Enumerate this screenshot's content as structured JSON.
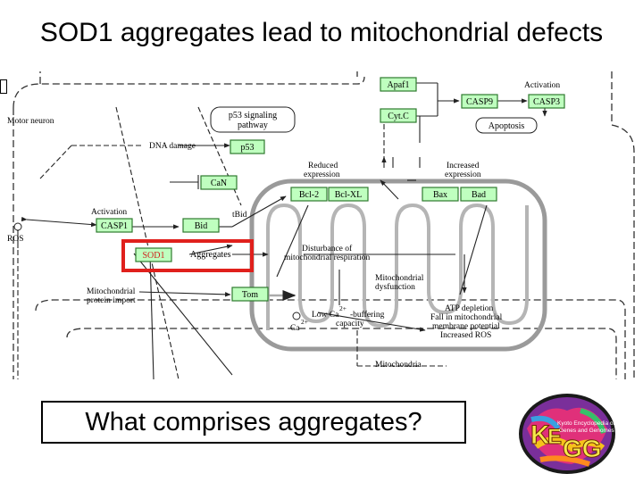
{
  "slide": {
    "title": "SOD1 aggregates lead to mitochondrial defects",
    "question": "What comprises aggregates?"
  },
  "diagram": {
    "genes": {
      "apaf1": "Apaf1",
      "cytc": "Cyt.C",
      "casp9": "CASP9",
      "casp3": "CASP3",
      "p53": "p53",
      "can": "CaN",
      "bcl2": "Bcl-2",
      "bclxl": "Bcl-XL",
      "bax": "Bax",
      "bad": "Bad",
      "casp1": "CASP1",
      "bid": "Bid",
      "sod1": "SOD1",
      "tom": "Tom"
    },
    "labels": {
      "activation_top": "Activation",
      "apoptosis": "Apoptosis",
      "p53_pathway_line1": "p53 signaling",
      "p53_pathway_line2": "pathway",
      "motor_neuron": "Motor neuron",
      "dna_damage": "DNA damage",
      "reduced_expr_line1": "Reduced",
      "reduced_expr_line2": "expression",
      "increased_expr_line1": "Increased",
      "increased_expr_line2": "expression",
      "activation_left": "Activation",
      "tbid": "tBid",
      "ros": "ROS",
      "aggregates": "Aggregates",
      "disturbance_line1": "Disturbance of",
      "disturbance_line2": "mitochondrial respiration",
      "mito_dysfunction_line1": "Mitochondrial",
      "mito_dysfunction_line2": "dysfunction",
      "mito_import_line1": "Mitochondrial",
      "mito_import_line2": "protein import",
      "low_ca": "Low Ca",
      "ca_sup": "2+",
      "buffering_line1": "-buffering",
      "buffering_line2": "capacity",
      "ca": "Ca",
      "atp_line1": "ATP depletion",
      "atp_line2": "Fall in mitochondrial",
      "atp_line3": "membrane potential",
      "atp_line4": "Increased ROS",
      "mitochondria": "Mitochondria"
    },
    "colors": {
      "gene_fill": "#bfffbf",
      "gene_stroke": "#2f7a2f",
      "highlight": "#e0201c",
      "mito_stroke": "#9a9a9a",
      "sod1_text": "#d0201c"
    }
  },
  "logo": {
    "line1": "Kyoto Encyclopedia of",
    "line2": "Genes and Genomes",
    "mark": "KEGG"
  }
}
